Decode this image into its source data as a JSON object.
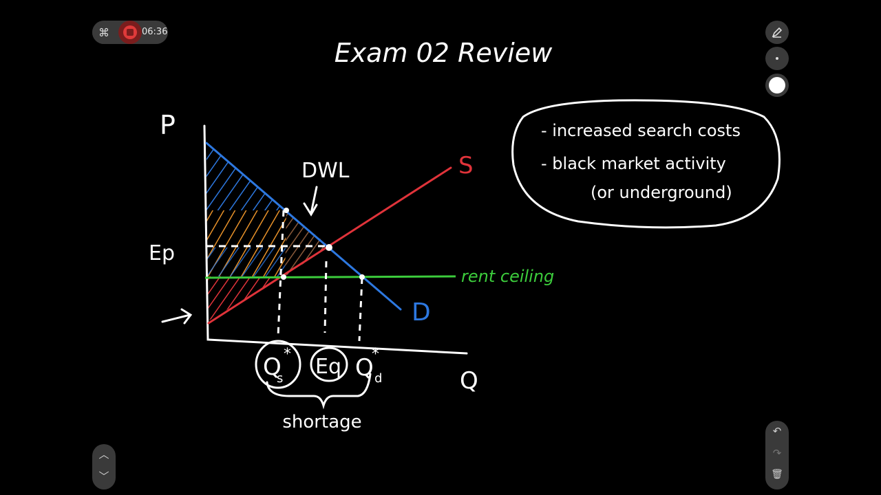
{
  "toolbar": {
    "cmd_icon": "⌘",
    "timer": "06:36"
  },
  "right_tools": {
    "pen_icon": "pen-icon",
    "dot_icon": "small-dot-icon",
    "color_icon": "white-circle-icon"
  },
  "bottom_right": {
    "undo": "↶",
    "redo": "↷",
    "trash": "🗑"
  },
  "bottom_left": {
    "up": "︿",
    "down": "﹀"
  },
  "board": {
    "title": "Exam 02 Review",
    "axis_p": "P",
    "axis_q": "Q",
    "ep_label": "Ep",
    "dwl_label": "DWL",
    "supply_label": "S",
    "demand_label": "D",
    "rent_label": "rent ceiling",
    "qs_label": "Q",
    "qs_sup": "*",
    "qs_sub": "s",
    "eq_label": "Eq",
    "qd_label": "Q",
    "qd_sup": "*",
    "qd_sub": "d",
    "shortage_label": "shortage",
    "note_line1": "- increased search costs",
    "note_line2": "- black market activity",
    "note_line3": "(or underground)"
  },
  "colors": {
    "supply": "#e0333a",
    "demand": "#2d78e0",
    "rent": "#3ccc3c",
    "orange": "#e8922a",
    "brown": "#8a5a3a"
  }
}
